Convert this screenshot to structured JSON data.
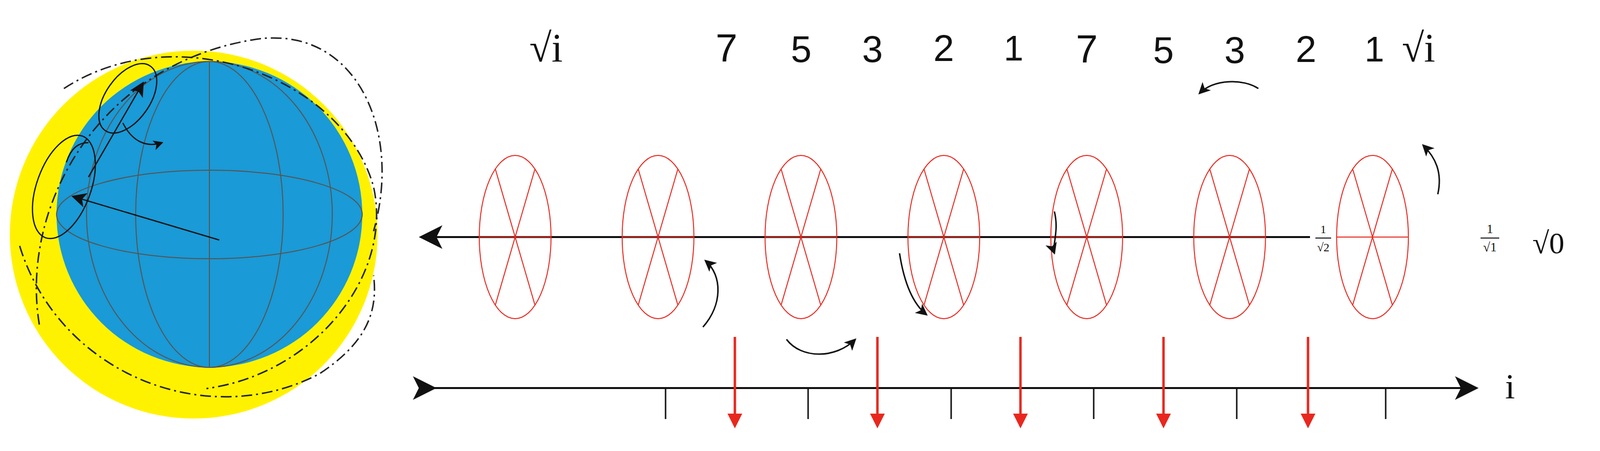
{
  "diagram": {
    "labels": [
      "√i",
      "7",
      "5",
      "3",
      "2",
      "1",
      "7",
      "5",
      "3",
      "2",
      "1",
      "√i",
      "1",
      "√2",
      "1",
      "√1",
      "√0",
      "i"
    ]
  }
}
